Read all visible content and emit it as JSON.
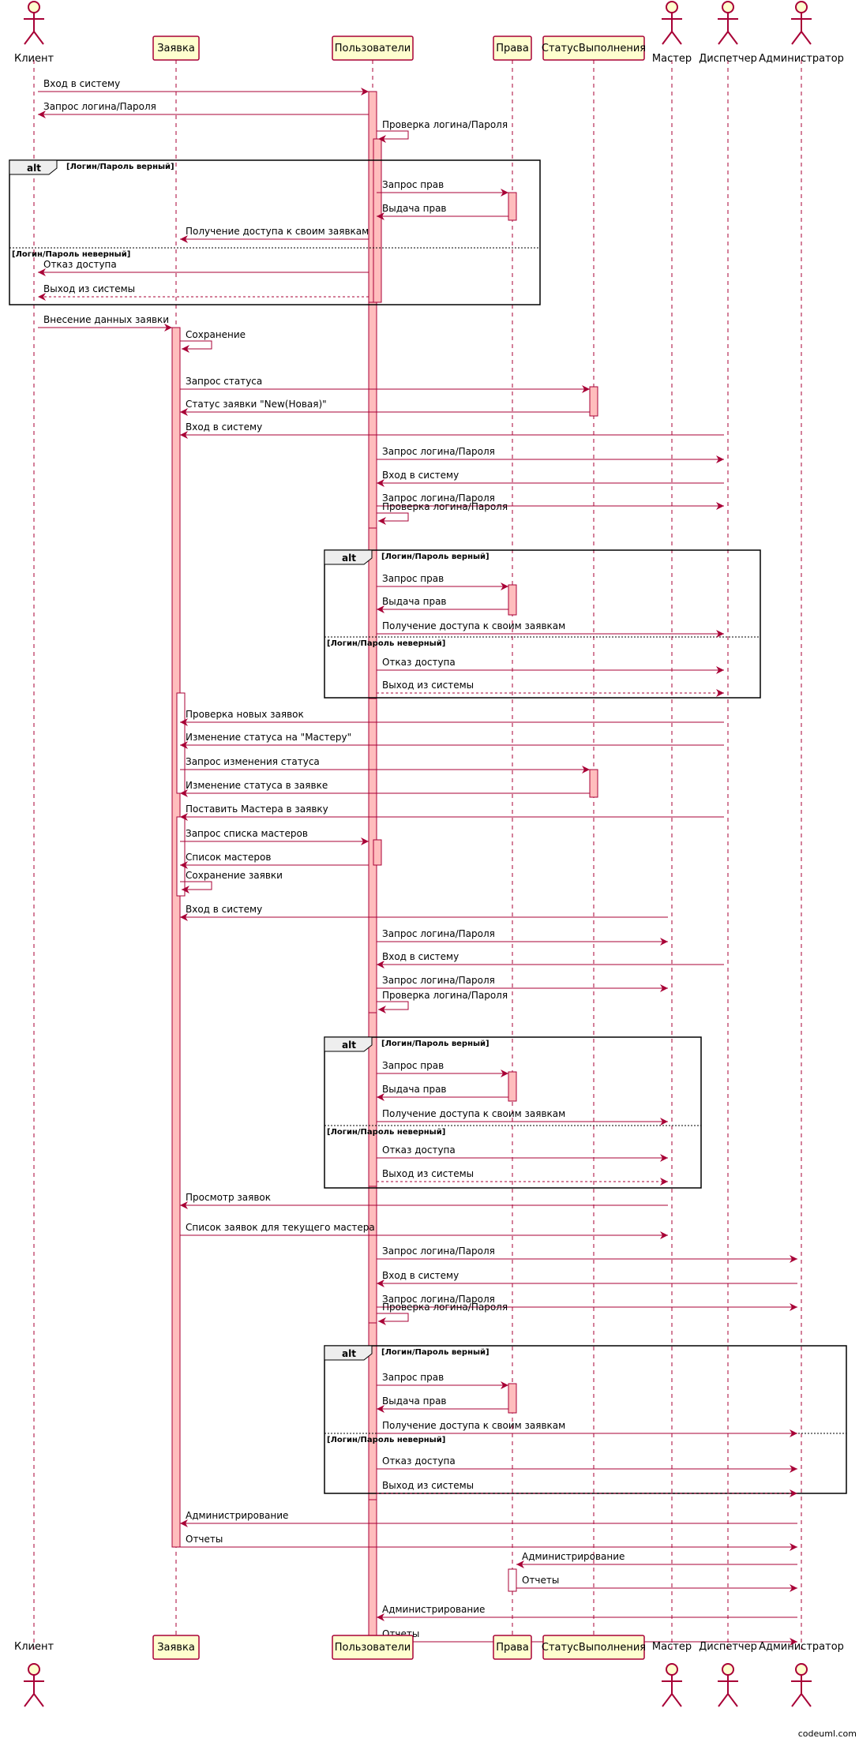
{
  "participants": [
    {
      "id": "client",
      "label": "Клиент",
      "kind": "actor"
    },
    {
      "id": "order",
      "label": "Заявка",
      "kind": "participant"
    },
    {
      "id": "users",
      "label": "Пользователи",
      "kind": "participant"
    },
    {
      "id": "rights",
      "label": "Права",
      "kind": "participant"
    },
    {
      "id": "status",
      "label": "СтатусВыполнения",
      "kind": "participant"
    },
    {
      "id": "master",
      "label": "Мастер",
      "kind": "actor"
    },
    {
      "id": "dispatcher",
      "label": "Диспетчер",
      "kind": "actor"
    },
    {
      "id": "admin",
      "label": "Администратор",
      "kind": "actor"
    }
  ],
  "messages": [
    {
      "from": "client",
      "to": "users",
      "label": "Вход в систему",
      "style": "solid"
    },
    {
      "from": "users",
      "to": "client",
      "label": "Запрос логина/Пароля",
      "style": "solid"
    },
    {
      "from": "users",
      "to": "users",
      "label": "Проверка логина/Пароля",
      "style": "solid"
    },
    {
      "from": "users",
      "to": "rights",
      "label": "Запрос прав",
      "style": "solid"
    },
    {
      "from": "rights",
      "to": "users",
      "label": "Выдача прав",
      "style": "solid"
    },
    {
      "from": "users",
      "to": "order",
      "label": "Получение доступа к своим заявкам",
      "style": "solid"
    },
    {
      "from": "users",
      "to": "client",
      "label": "Отказ доступа",
      "style": "solid"
    },
    {
      "from": "users",
      "to": "client",
      "label": "Выход из системы",
      "style": "dashed"
    },
    {
      "from": "client",
      "to": "order",
      "label": "Внесение данных заявки",
      "style": "solid"
    },
    {
      "from": "order",
      "to": "order",
      "label": "Сохранение",
      "style": "solid"
    },
    {
      "from": "order",
      "to": "status",
      "label": "Запрос статуса",
      "style": "solid"
    },
    {
      "from": "status",
      "to": "order",
      "label": "Статус заявки \"New(Новая)\"",
      "style": "solid"
    },
    {
      "from": "dispatcher",
      "to": "order",
      "label": "Вход в систему",
      "style": "solid"
    },
    {
      "from": "users",
      "to": "dispatcher",
      "label": "Запрос логина/Пароля",
      "style": "solid"
    },
    {
      "from": "dispatcher",
      "to": "users",
      "label": "Вход в систему",
      "style": "solid"
    },
    {
      "from": "users",
      "to": "dispatcher",
      "label": "Запрос логина/Пароля",
      "style": "solid"
    },
    {
      "from": "users",
      "to": "users",
      "label": "Проверка логина/Пароля",
      "style": "solid"
    },
    {
      "from": "users",
      "to": "rights",
      "label": "Запрос прав",
      "style": "solid"
    },
    {
      "from": "rights",
      "to": "users",
      "label": "Выдача прав",
      "style": "solid"
    },
    {
      "from": "users",
      "to": "dispatcher",
      "label": "Получение доступа к своим заявкам",
      "style": "solid"
    },
    {
      "from": "users",
      "to": "dispatcher",
      "label": "Отказ доступа",
      "style": "solid"
    },
    {
      "from": "users",
      "to": "dispatcher",
      "label": "Выход из системы",
      "style": "dashed"
    },
    {
      "from": "dispatcher",
      "to": "order",
      "label": "Проверка новых заявок",
      "style": "solid"
    },
    {
      "from": "dispatcher",
      "to": "order",
      "label": "Изменение статуса на \"Мастеру\"",
      "style": "solid"
    },
    {
      "from": "order",
      "to": "status",
      "label": "Запрос изменения статуса",
      "style": "solid"
    },
    {
      "from": "status",
      "to": "order",
      "label": "Изменение статуса в заявке",
      "style": "solid"
    },
    {
      "from": "dispatcher",
      "to": "order",
      "label": "Поставить Мастера в заявку",
      "style": "solid"
    },
    {
      "from": "order",
      "to": "users",
      "label": "Запрос списка мастеров",
      "style": "solid"
    },
    {
      "from": "users",
      "to": "order",
      "label": "Список мастеров",
      "style": "solid"
    },
    {
      "from": "order",
      "to": "order",
      "label": "Сохранение заявки",
      "style": "solid"
    },
    {
      "from": "master",
      "to": "order",
      "label": "Вход в систему",
      "style": "solid"
    },
    {
      "from": "users",
      "to": "master",
      "label": "Запрос логина/Пароля",
      "style": "solid"
    },
    {
      "from": "dispatcher",
      "to": "users",
      "label": "Вход в систему",
      "style": "solid"
    },
    {
      "from": "users",
      "to": "master",
      "label": "Запрос логина/Пароля",
      "style": "solid"
    },
    {
      "from": "users",
      "to": "users",
      "label": "Проверка логина/Пароля",
      "style": "solid"
    },
    {
      "from": "users",
      "to": "rights",
      "label": "Запрос прав",
      "style": "solid"
    },
    {
      "from": "rights",
      "to": "users",
      "label": "Выдача прав",
      "style": "solid"
    },
    {
      "from": "users",
      "to": "master",
      "label": "Получение доступа к своим заявкам",
      "style": "solid"
    },
    {
      "from": "users",
      "to": "master",
      "label": "Отказ доступа",
      "style": "solid"
    },
    {
      "from": "users",
      "to": "master",
      "label": "Выход из системы",
      "style": "dashed"
    },
    {
      "from": "master",
      "to": "order",
      "label": "Просмотр заявок",
      "style": "solid"
    },
    {
      "from": "order",
      "to": "master",
      "label": "Список заявок для текущего мастера",
      "style": "solid"
    },
    {
      "from": "users",
      "to": "admin",
      "label": "Запрос логина/Пароля",
      "style": "solid"
    },
    {
      "from": "admin",
      "to": "users",
      "label": "Вход в систему",
      "style": "solid"
    },
    {
      "from": "users",
      "to": "admin",
      "label": "Запрос логина/Пароля",
      "style": "solid"
    },
    {
      "from": "users",
      "to": "users",
      "label": "Проверка логина/Пароля",
      "style": "solid"
    },
    {
      "from": "users",
      "to": "rights",
      "label": "Запрос прав",
      "style": "solid"
    },
    {
      "from": "rights",
      "to": "users",
      "label": "Выдача прав",
      "style": "solid"
    },
    {
      "from": "users",
      "to": "admin",
      "label": "Получение доступа к своим заявкам",
      "style": "solid"
    },
    {
      "from": "users",
      "to": "admin",
      "label": "Отказ доступа",
      "style": "solid"
    },
    {
      "from": "users",
      "to": "admin",
      "label": "Выход из системы",
      "style": "dashed"
    },
    {
      "from": "admin",
      "to": "order",
      "label": "Администрирование",
      "style": "solid"
    },
    {
      "from": "order",
      "to": "admin",
      "label": "Отчеты",
      "style": "solid"
    },
    {
      "from": "admin",
      "to": "rights",
      "label": "Администрирование",
      "style": "solid"
    },
    {
      "from": "rights",
      "to": "admin",
      "label": "Отчеты",
      "style": "solid"
    },
    {
      "from": "admin",
      "to": "users",
      "label": "Администрирование",
      "style": "solid"
    },
    {
      "from": "users",
      "to": "admin",
      "label": "Отчеты",
      "style": "solid"
    }
  ],
  "fragments": [
    {
      "keyword": "alt",
      "guard": "[Логин/Пароль верный]",
      "else_guard": "[Логин/Пароль неверный]"
    },
    {
      "keyword": "alt",
      "guard": "[Логин/Пароль верный]",
      "else_guard": "[Логин/Пароль неверный]"
    },
    {
      "keyword": "alt",
      "guard": "[Логин/Пароль верный]",
      "else_guard": "[Логин/Пароль неверный]"
    },
    {
      "keyword": "alt",
      "guard": "[Логин/Пароль верный]",
      "else_guard": "[Логин/Пароль неверный]"
    }
  ],
  "footer": {
    "watermark": "codeuml.com"
  },
  "colors": {
    "line": "#A80036",
    "box_fill": "#FEFECE",
    "activation": "#FFBDBD",
    "frame_tab": "#EEEEEE"
  }
}
